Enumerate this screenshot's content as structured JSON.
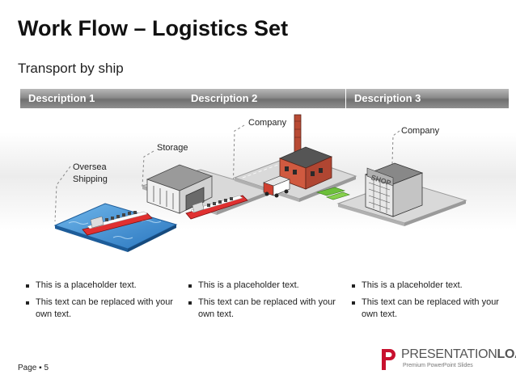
{
  "title": "Work Flow – Logistics Set",
  "subtitle": "Transport by ship",
  "columns": [
    {
      "header": "Description 1",
      "bullets": [
        "This is a placeholder text.",
        "This text can be replaced with your own text."
      ]
    },
    {
      "header": "Description 2",
      "bullets": [
        "This is a placeholder text.",
        "This text can be replaced with your own text."
      ]
    },
    {
      "header": "Description 3",
      "bullets": [
        "This is a placeholder text.",
        "This text can be replaced with your own text."
      ]
    }
  ],
  "labels": {
    "oversea_line1": "Oversea",
    "oversea_line2": "Shipping",
    "storage": "Storage",
    "company1": "Company",
    "company2": "Company",
    "shop_sign": "SHOP"
  },
  "footer": {
    "page": "Page ▪ 5",
    "logo_light": "PRESENTATION",
    "logo_bold": "LOAD",
    "logo_tagline": "Premium PowerPoint Slides"
  },
  "colors": {
    "header_bar": "#8a8a8a",
    "water": "#3c8ed0",
    "ship_hull": "#e03030",
    "factory": "#c0503a",
    "logo_red": "#c8102e"
  }
}
